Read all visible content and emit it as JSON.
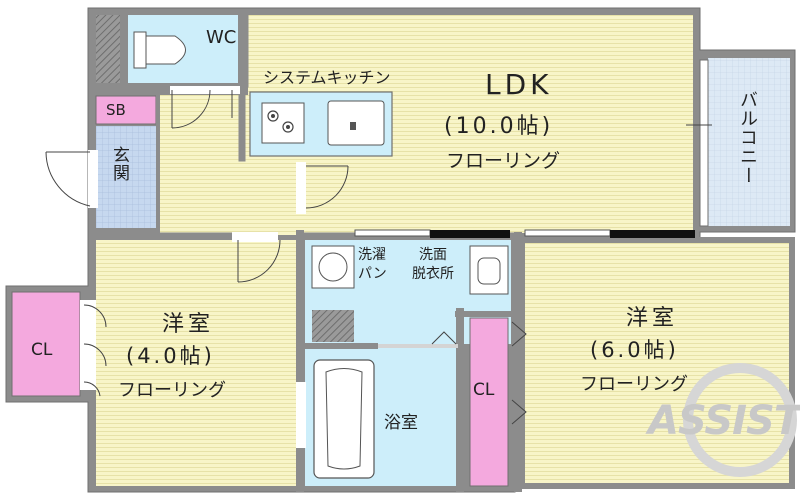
{
  "rooms": {
    "wc": "WC",
    "kitchen": "システムキッチン",
    "ldk_name": "LDK",
    "ldk_size": "(10.0帖)",
    "ldk_floor": "フローリング",
    "balcony": "バルコニー",
    "sb": "SB",
    "entrance": "玄関",
    "washer": "洗濯\nパン",
    "washroom": "洗面\n脱衣所",
    "western_a_name": "洋室",
    "western_a_size": "(4.0帖)",
    "western_a_floor": "フローリング",
    "closet_a": "CL",
    "bath": "浴室",
    "closet_b": "CL",
    "western_b_name": "洋室",
    "western_b_size": "(6.0帖)",
    "western_b_floor": "フローリング"
  },
  "watermark": "ASSIST",
  "colors": {
    "floor": "#f7f4c4",
    "wet_area": "#c9ecf7",
    "closet": "#f4a9de",
    "entrance_tile": "#c4d7ef",
    "balcony": "#dce9f6",
    "wall": "#8a8a8a",
    "text": "#222222"
  }
}
